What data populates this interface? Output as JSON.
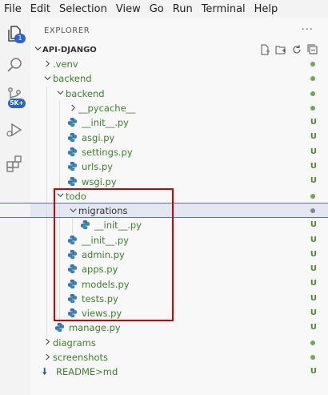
{
  "menu": [
    "File",
    "Edit",
    "Selection",
    "View",
    "Go",
    "Run",
    "Terminal",
    "Help"
  ],
  "activity": {
    "explorer_badge": "1",
    "scm_badge": "5K+"
  },
  "explorer": {
    "title": "EXPLORER",
    "more": "···",
    "section_title": "API-DJANGO"
  },
  "tree": [
    {
      "label": ".venv",
      "type": "folder",
      "expanded": false,
      "status": "dot"
    },
    {
      "label": "backend",
      "type": "folder",
      "expanded": true,
      "status": "dot"
    },
    {
      "label": "backend",
      "type": "folder",
      "expanded": true,
      "status": "dot"
    },
    {
      "label": "__pycache__",
      "type": "folder",
      "expanded": false,
      "status": "dot"
    },
    {
      "label": "__init__.py",
      "type": "py",
      "status": "U"
    },
    {
      "label": "asgi.py",
      "type": "py",
      "status": "U"
    },
    {
      "label": "settings.py",
      "type": "py",
      "status": "U"
    },
    {
      "label": "urls.py",
      "type": "py",
      "status": "U"
    },
    {
      "label": "wsgi.py",
      "type": "py",
      "status": "U"
    },
    {
      "label": "todo",
      "type": "folder",
      "expanded": true,
      "status": "dot"
    },
    {
      "label": "migrations",
      "type": "folder",
      "expanded": true,
      "status": "dot",
      "selected": true
    },
    {
      "label": "__init__.py",
      "type": "py",
      "status": "U"
    },
    {
      "label": "__init__.py",
      "type": "py",
      "status": "U"
    },
    {
      "label": "admin.py",
      "type": "py",
      "status": "U"
    },
    {
      "label": "apps.py",
      "type": "py",
      "status": "U"
    },
    {
      "label": "models.py",
      "type": "py",
      "status": "U"
    },
    {
      "label": "tests.py",
      "type": "py",
      "status": "U"
    },
    {
      "label": "views.py",
      "type": "py",
      "status": "U"
    },
    {
      "label": "manage.py",
      "type": "py",
      "status": "U"
    },
    {
      "label": "diagrams",
      "type": "folder",
      "expanded": false,
      "status": "dot"
    },
    {
      "label": "screenshots",
      "type": "folder",
      "expanded": false,
      "status": "dot"
    },
    {
      "label": "README>md",
      "type": "md",
      "status": "U"
    }
  ],
  "colors": {
    "untracked_label": "#3e7e2e",
    "badge": "#2c64c6",
    "highlight_box": "#d40000"
  }
}
